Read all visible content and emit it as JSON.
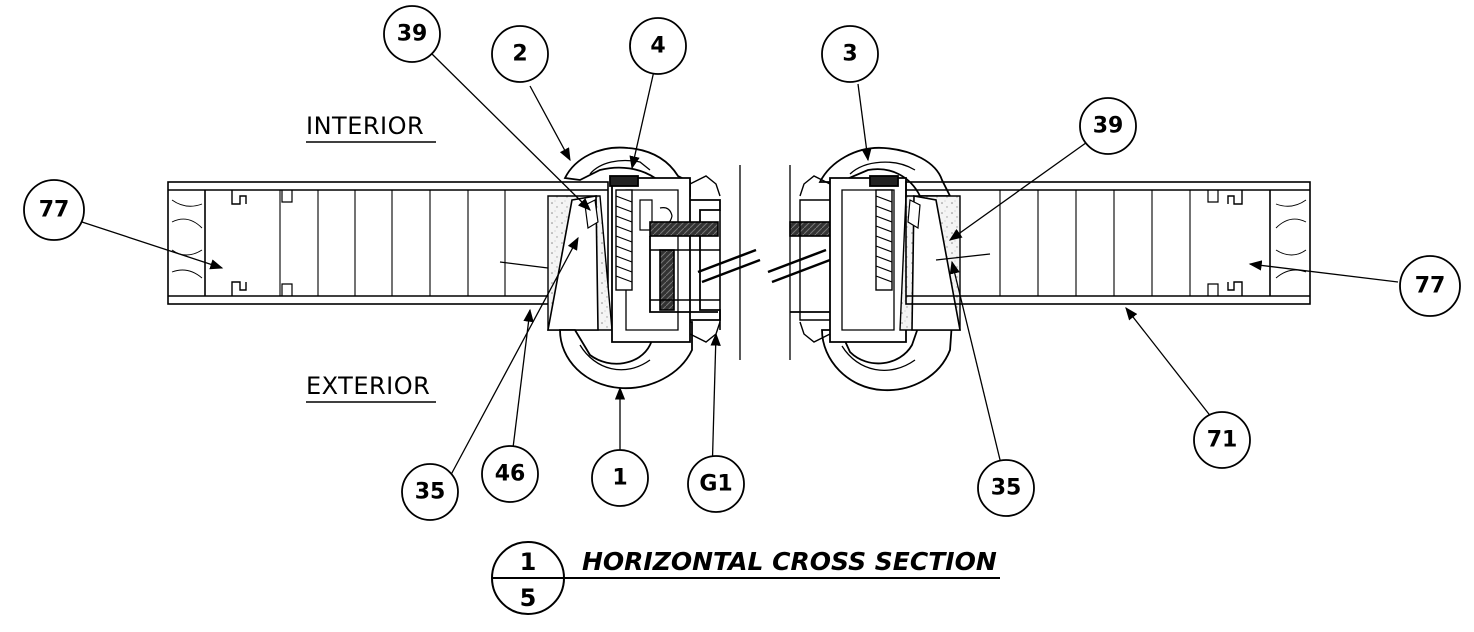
{
  "labels": {
    "interior": "INTERIOR",
    "exterior": "EXTERIOR"
  },
  "title": {
    "text": "HORIZONTAL CROSS SECTION",
    "detail_number": "1",
    "sheet_number": "5"
  },
  "callouts": [
    {
      "id": "77-left",
      "text": "77"
    },
    {
      "id": "39-left",
      "text": "39"
    },
    {
      "id": "2",
      "text": "2"
    },
    {
      "id": "4",
      "text": "4"
    },
    {
      "id": "3",
      "text": "3"
    },
    {
      "id": "39-right",
      "text": "39"
    },
    {
      "id": "77-right",
      "text": "77"
    },
    {
      "id": "35-left",
      "text": "35"
    },
    {
      "id": "46",
      "text": "46"
    },
    {
      "id": "1",
      "text": "1"
    },
    {
      "id": "G1",
      "text": "G1"
    },
    {
      "id": "35-right",
      "text": "35"
    },
    {
      "id": "71",
      "text": "71"
    }
  ]
}
